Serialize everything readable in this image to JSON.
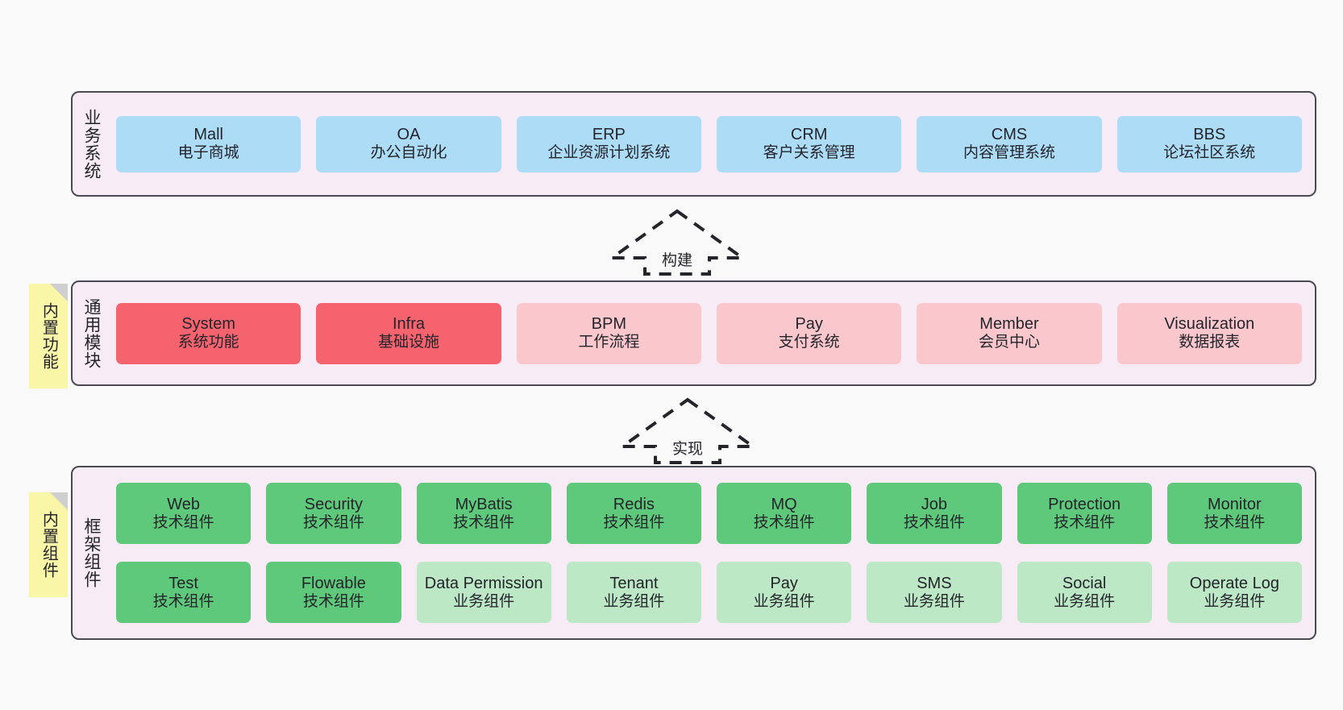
{
  "layers": [
    {
      "id": "business-system",
      "label": "业务系统",
      "rows": [
        [
          {
            "en": "Mall",
            "cn": "电子商城",
            "color": "c-blue"
          },
          {
            "en": "OA",
            "cn": "办公自动化",
            "color": "c-blue"
          },
          {
            "en": "ERP",
            "cn": "企业资源计划系统",
            "color": "c-blue"
          },
          {
            "en": "CRM",
            "cn": "客户关系管理",
            "color": "c-blue"
          },
          {
            "en": "CMS",
            "cn": "内容管理系统",
            "color": "c-blue"
          },
          {
            "en": "BBS",
            "cn": "论坛社区系统",
            "color": "c-blue"
          }
        ]
      ]
    },
    {
      "id": "common-module",
      "label": "通用模块",
      "note": "内置功能",
      "rows": [
        [
          {
            "en": "System",
            "cn": "系统功能",
            "color": "c-red"
          },
          {
            "en": "Infra",
            "cn": "基础设施",
            "color": "c-red"
          },
          {
            "en": "BPM",
            "cn": "工作流程",
            "color": "c-pink"
          },
          {
            "en": "Pay",
            "cn": "支付系统",
            "color": "c-pink"
          },
          {
            "en": "Member",
            "cn": "会员中心",
            "color": "c-pink"
          },
          {
            "en": "Visualization",
            "cn": "数据报表",
            "color": "c-pink"
          }
        ]
      ]
    },
    {
      "id": "framework-component",
      "label": "框架组件",
      "note": "内置组件",
      "rows": [
        [
          {
            "en": "Web",
            "cn": "技术组件",
            "color": "c-green"
          },
          {
            "en": "Security",
            "cn": "技术组件",
            "color": "c-green"
          },
          {
            "en": "MyBatis",
            "cn": "技术组件",
            "color": "c-green"
          },
          {
            "en": "Redis",
            "cn": "技术组件",
            "color": "c-green"
          },
          {
            "en": "MQ",
            "cn": "技术组件",
            "color": "c-green"
          },
          {
            "en": "Job",
            "cn": "技术组件",
            "color": "c-green"
          },
          {
            "en": "Protection",
            "cn": "技术组件",
            "color": "c-green"
          },
          {
            "en": "Monitor",
            "cn": "技术组件",
            "color": "c-green"
          }
        ],
        [
          {
            "en": "Test",
            "cn": "技术组件",
            "color": "c-green"
          },
          {
            "en": "Flowable",
            "cn": "技术组件",
            "color": "c-green"
          },
          {
            "en": "Data Permission",
            "cn": "业务组件",
            "color": "c-greenlite"
          },
          {
            "en": "Tenant",
            "cn": "业务组件",
            "color": "c-greenlite"
          },
          {
            "en": "Pay",
            "cn": "业务组件",
            "color": "c-greenlite"
          },
          {
            "en": "SMS",
            "cn": "业务组件",
            "color": "c-greenlite"
          },
          {
            "en": "Social",
            "cn": "业务组件",
            "color": "c-greenlite"
          },
          {
            "en": "Operate Log",
            "cn": "业务组件",
            "color": "c-greenlite"
          }
        ]
      ]
    }
  ],
  "connectors": [
    {
      "id": "build-arrow",
      "label": "构建"
    },
    {
      "id": "implement-arrow",
      "label": "实现"
    }
  ],
  "colors": {
    "container_bg": "#F7EBF5",
    "container_border": "#4A4A55",
    "blue": "#ADDCF7",
    "red": "#F5636E",
    "pink": "#FAC7CD",
    "green": "#5FC97B",
    "green_light": "#BCE8C6",
    "note_yellow": "#FAF6A8",
    "note_fold": "#CFCFCF",
    "page_bg": "#F9F9F9",
    "text": "#24242B"
  }
}
